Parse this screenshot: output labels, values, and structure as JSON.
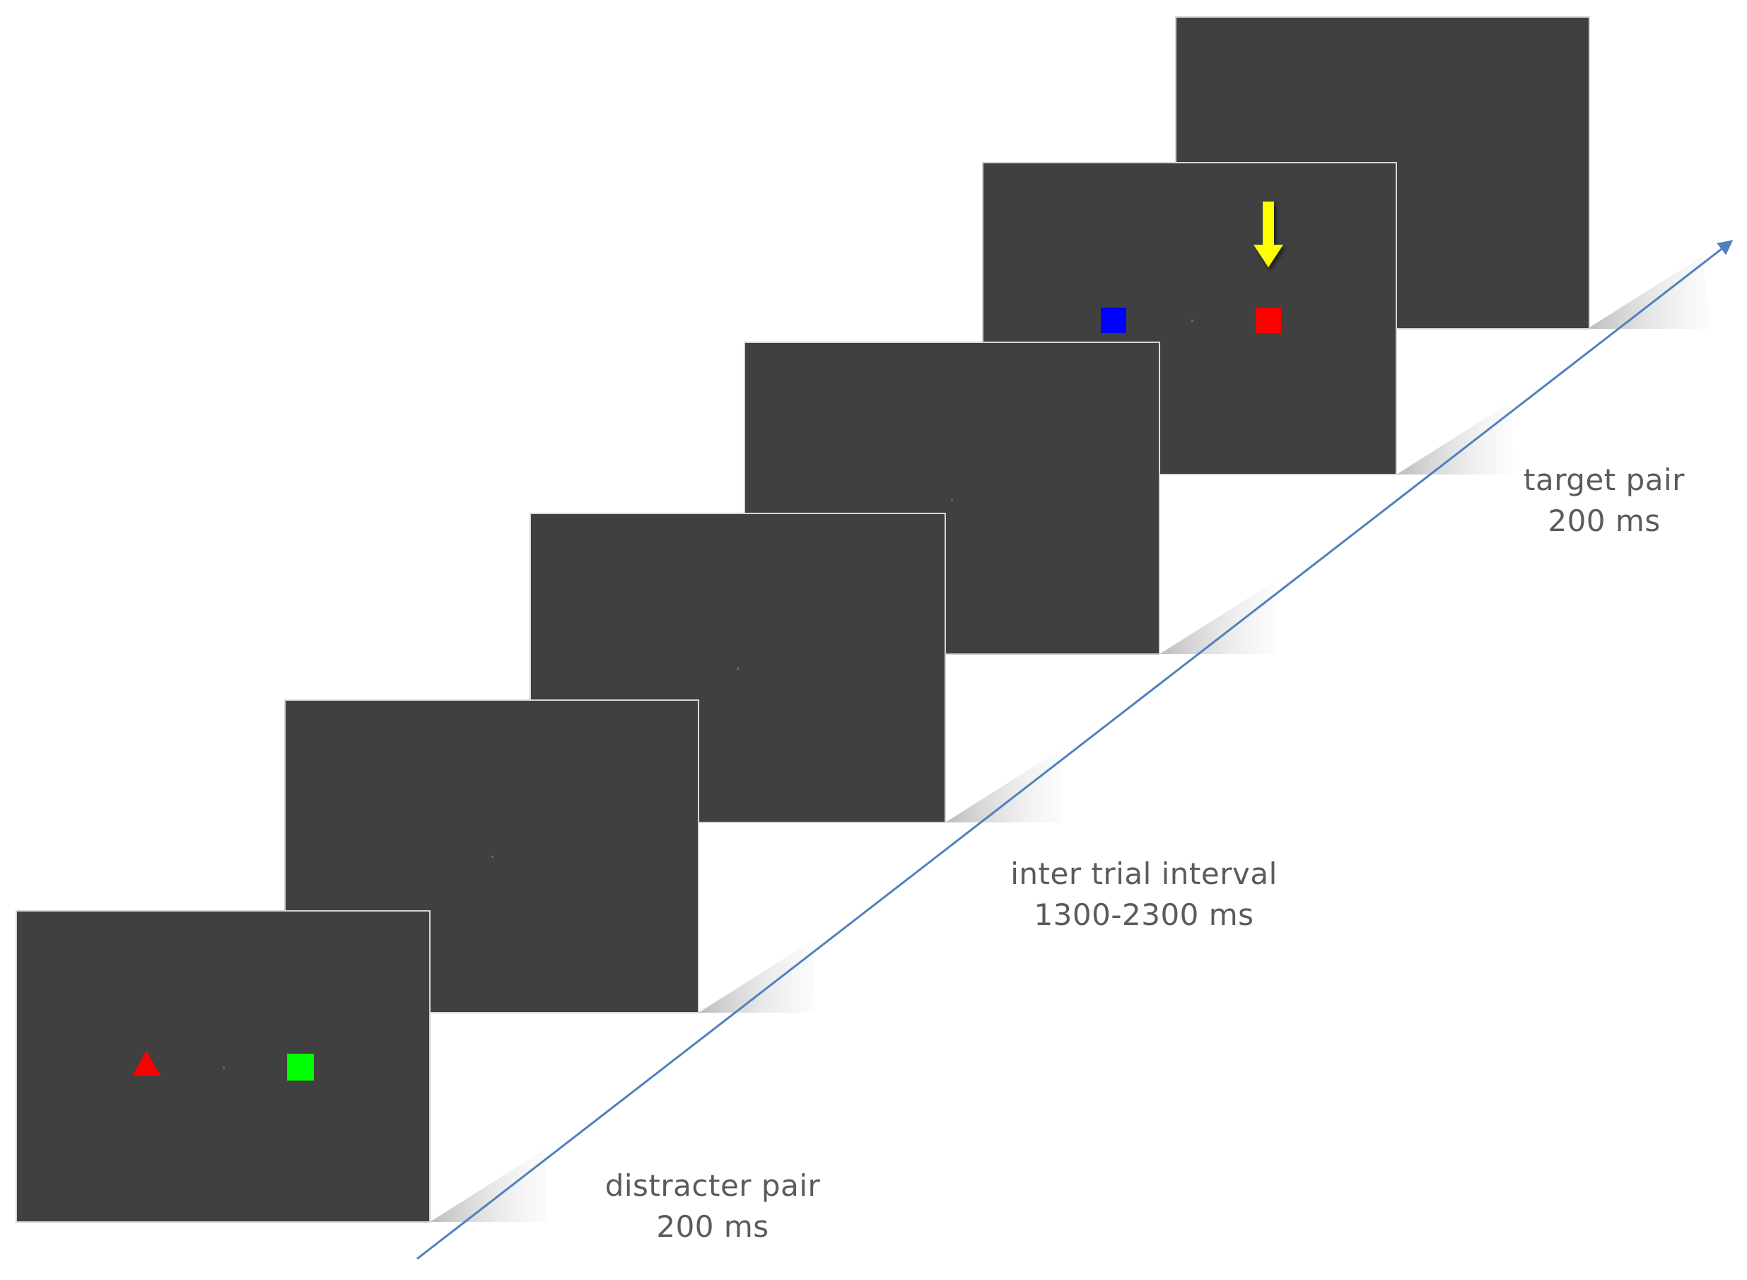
{
  "labels": {
    "distracter": {
      "line1": "distracter pair",
      "line2": "200 ms"
    },
    "iti": {
      "line1": "inter trial interval",
      "line2": "1300-2300 ms"
    },
    "target": {
      "line1": "target pair",
      "line2": "200 ms"
    }
  },
  "colors": {
    "screen": "#404040",
    "screen_border": "#d6d6d6",
    "timeline": "#4f81bd",
    "stim_red": "#ff0000",
    "stim_green": "#00ff00",
    "stim_blue": "#0000ff",
    "cue_yellow": "#ffff00"
  },
  "screens": [
    {
      "name": "distracter-screen",
      "stimuli": [
        "red-triangle",
        "fixation-dot",
        "green-square"
      ]
    },
    {
      "name": "blank-screen-1",
      "stimuli": [
        "fixation-dot"
      ]
    },
    {
      "name": "blank-screen-2",
      "stimuli": [
        "fixation-dot"
      ]
    },
    {
      "name": "blank-screen-3",
      "stimuli": [
        "fixation-dot"
      ]
    },
    {
      "name": "target-screen",
      "stimuli": [
        "blue-square",
        "fixation-dot",
        "red-square",
        "yellow-down-arrow"
      ]
    },
    {
      "name": "post-target-screen",
      "stimuli": []
    }
  ]
}
